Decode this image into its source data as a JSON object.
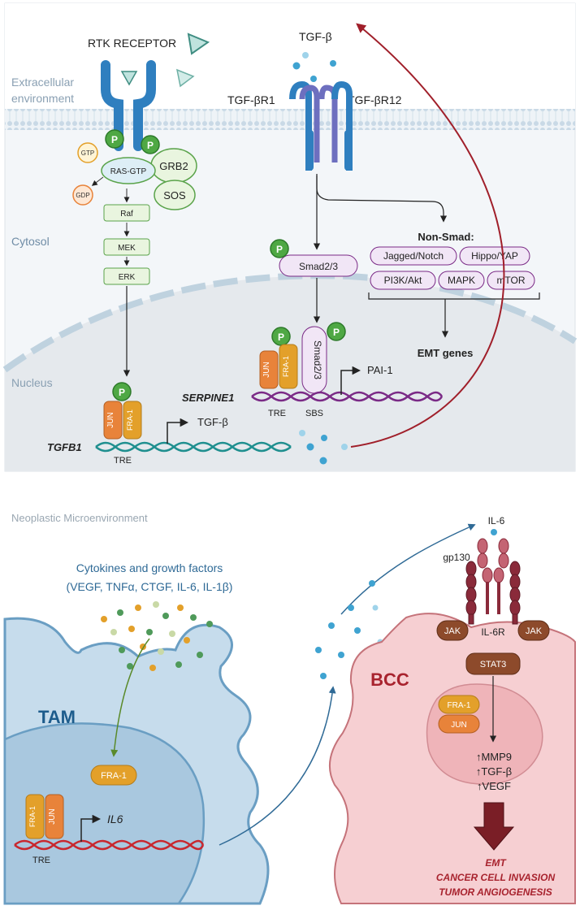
{
  "colors": {
    "panel_bg": "#ffffff",
    "cell_bg": "#edf1f5",
    "nucleus_bg": "#e4e8ec",
    "membrane": "#b9cddb",
    "rtk_blue": "#2f7fbf",
    "phospho_green": "#4fa844",
    "green_box": "#e9f5df",
    "jun_orange": "#e8833a",
    "fra1_yellow": "#e3a02a",
    "smad_purple": "#f1e6f6",
    "dna_teal": "#1f8f8f",
    "dna_purple": "#7a2a86",
    "dna_red": "#c8282f",
    "arrow_red": "#a01f2a",
    "tam_blue": "#a9c8df",
    "bcc_pink": "#f4c3c6",
    "bcc_red": "#a8232e",
    "receptor_maroon": "#8a2a3a",
    "jak_brown": "#8d4a2b"
  },
  "top_panel": {
    "rtk_label": "RTK RECEPTOR",
    "extracellular_label_1": "Extracellular",
    "extracellular_label_2": "environment",
    "cytosol_label": "Cytosol",
    "nucleus_label": "Nucleus",
    "tgfb_top": "TGF-β",
    "tgfbr1": "TGF-βR1",
    "tgfbr2": "TGF-βR12",
    "p": "P",
    "gtp": "GTP",
    "gdp": "GDP",
    "ras_gtp": "RAS-GTP",
    "grb2": "GRB2",
    "sos": "SOS",
    "raf": "Raf",
    "mek": "MEK",
    "erk": "ERK",
    "smad_upper": "Smad2/3",
    "smad_lower": "Smad2/3",
    "non_smad_title": "Non-Smad:",
    "non_smad_items": [
      "Jagged/Notch",
      "Hippo/YAP",
      "PI3K/Akt",
      "MAPK",
      "mTOR"
    ],
    "emt_genes": "EMT genes",
    "jun": "JUN",
    "fra1": "FRA-1",
    "tre": "TRE",
    "sbs": "SBS",
    "pai1": "PAI-1",
    "serpine1": "SERPINE1",
    "tgfb1": "TGFB1",
    "tgfb_product": "TGF-β"
  },
  "bottom_panel": {
    "title": "Neoplastic Microenvironment",
    "cytokines_1": "Cytokines and growth factors",
    "cytokines_2": "(VEGF, TNFα, CTGF, IL-6, IL-1β)",
    "tam": "TAM",
    "fra1_single": "FRA-1",
    "fra1": "FRA-1",
    "jun": "JUN",
    "il6_gene": "IL6",
    "tre": "TRE",
    "il6": "IL-6",
    "gp130": "gp130",
    "jak": "JAK",
    "il6r": "IL-6R",
    "stat3": "STAT3",
    "bcc": "BCC",
    "targets": [
      "↑MMP9",
      "↑TGF-β",
      "↑VEGF"
    ],
    "outcomes": [
      "EMT",
      "CANCER CELL INVASION",
      "TUMOR ANGIOGENESIS"
    ]
  }
}
